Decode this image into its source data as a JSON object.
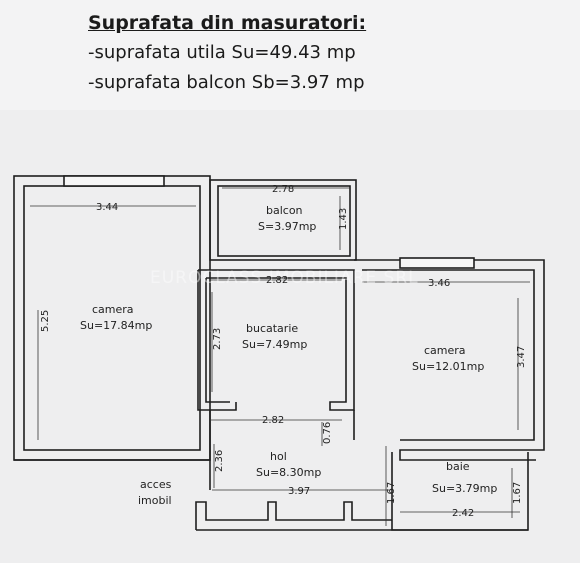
{
  "header": {
    "title": "Suprafata din masuratori:",
    "line1": "-suprafata utila Su=49.43 mp",
    "line2": "-suprafata balcon Sb=3.97 mp"
  },
  "rooms": {
    "camera1": {
      "name": "camera",
      "area": "Su=17.84mp"
    },
    "balcon": {
      "name": "balcon",
      "area": "S=3.97mp"
    },
    "bucatarie": {
      "name": "bucatarie",
      "area": "Su=7.49mp"
    },
    "camera2": {
      "name": "camera",
      "area": "Su=12.01mp"
    },
    "hol": {
      "name": "hol",
      "area": "Su=8.30mp"
    },
    "baie": {
      "name": "baie",
      "area": "Su=3.79mp"
    }
  },
  "access": {
    "line1": "acces",
    "line2": "imobil"
  },
  "dimensions": {
    "camera1_width": "3.44",
    "camera1_height": "5.25",
    "balcon_width": "2.78",
    "balcon_height": "1.43",
    "bucatarie_width_top": "2.82",
    "bucatarie_width_bottom": "2.82",
    "bucatarie_height": "2.73",
    "camera2_width": "3.46",
    "camera2_height": "3.47",
    "hol_width": "3.97",
    "hol_height": "2.36",
    "hol_small": "0.76",
    "hol_right": "1.67",
    "baie_width": "2.42",
    "baie_height": "1.67"
  },
  "watermark": "EUROCLASS IMOBILIARE SRL"
}
